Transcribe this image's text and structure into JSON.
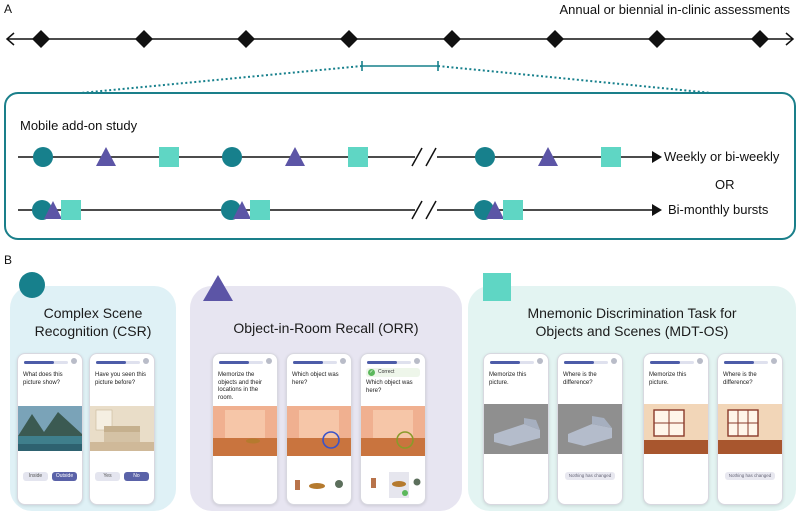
{
  "panel_a": {
    "letter": "A",
    "timeline_title": "Annual or biennial in-clinic assessments",
    "mobile_title": "Mobile add-on study",
    "row1_label": "Weekly or bi-weekly",
    "or_label": "OR",
    "row2_label": "Bi-monthly bursts"
  },
  "panel_b": {
    "letter": "B",
    "csr": {
      "title": "Complex Scene Recognition (CSR)",
      "phone1": {
        "question": "What does this picture show?",
        "btn_left": "Inside",
        "btn_right": "Outside"
      },
      "phone2": {
        "question": "Have you seen this picture before?",
        "btn_left": "Yes",
        "btn_right": "No"
      }
    },
    "orr": {
      "title": "Object-in-Room Recall (ORR)",
      "phone1": {
        "question": "Memorize the objects and their locations in the room."
      },
      "phone2": {
        "question": "Which object was here?"
      },
      "phone3": {
        "badge": "Correct",
        "question": "Which object was here?"
      }
    },
    "mdt": {
      "title": "Mnemonic Discrimination Task for Objects and Scenes (MDT-OS)",
      "phone1": {
        "question": "Memorize this picture."
      },
      "phone2": {
        "question": "Where is the difference?",
        "button": "Nothing has changed"
      },
      "phone3": {
        "question": "Memorize this picture."
      },
      "phone4": {
        "question": "Where is the difference?",
        "button": "Nothing has changed"
      }
    }
  },
  "colors": {
    "teal_dark": "#17808c",
    "teal_light": "#5fd6c4",
    "purple": "#5c55a6",
    "box_border": "#1a7f8a",
    "csr_bg": "#dff1f6",
    "orr_bg": "#e7e5f1",
    "mdt_bg": "#e3f4f2"
  }
}
